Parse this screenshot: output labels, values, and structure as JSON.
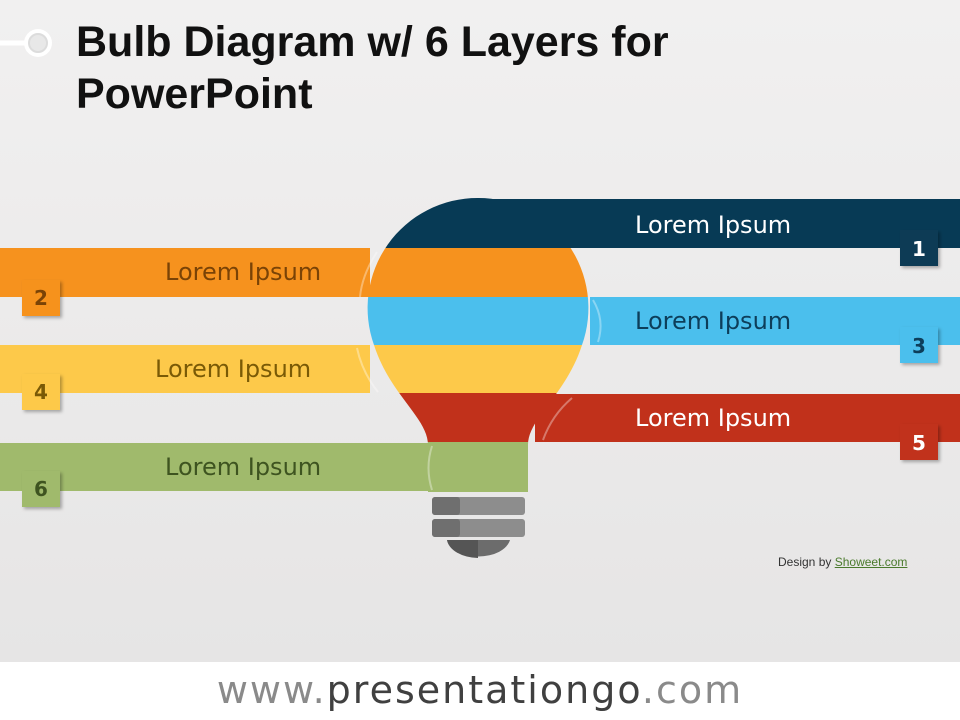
{
  "slide": {
    "title_line1": "Bulb Diagram w/ 6 Layers for",
    "title_line2": "PowerPoint"
  },
  "layers": [
    {
      "number": "1",
      "label": "Lorem Ipsum",
      "color": "#073a55"
    },
    {
      "number": "2",
      "label": "Lorem Ipsum",
      "color": "#f6921e"
    },
    {
      "number": "3",
      "label": "Lorem Ipsum",
      "color": "#4bbfed"
    },
    {
      "number": "4",
      "label": "Lorem Ipsum",
      "color": "#fdc94a"
    },
    {
      "number": "5",
      "label": "Lorem Ipsum",
      "color": "#c1311b"
    },
    {
      "number": "6",
      "label": "Lorem Ipsum",
      "color": "#a0ba6c"
    }
  ],
  "credit": {
    "prefix": "Design by",
    "link": "Showeet.com"
  },
  "footer": {
    "www": "www.",
    "brand": "presentationgo",
    "tld": ".com"
  }
}
